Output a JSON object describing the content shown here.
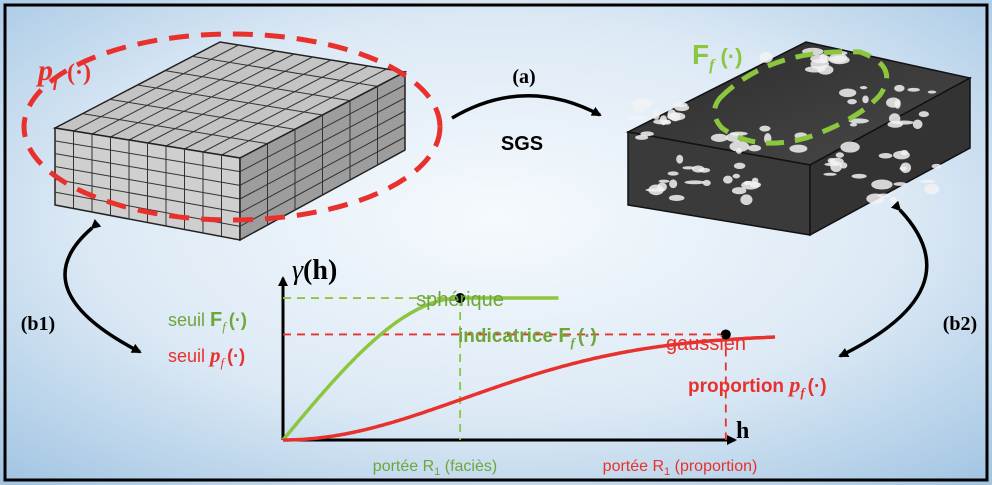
{
  "colors": {
    "background_center": "#f4f9fd",
    "background_edge": "#a9cbe6",
    "red": "#e8312c",
    "green": "#8cc63f",
    "dark_green": "#6fa63a",
    "black": "#000000"
  },
  "left_block": {
    "label_main": "p",
    "label_sub": "f",
    "label_arg": "(·)"
  },
  "right_block": {
    "label_main": "F",
    "label_sub": "f",
    "label_arg": "(·)"
  },
  "top_arrow": {
    "label_a": "(a)",
    "label_sgs": "SGS"
  },
  "side_arrows": {
    "left_label": "(b1)",
    "right_label": "(b2)"
  },
  "chart_data": {
    "type": "line",
    "ylabel_main": "γ",
    "ylabel_arg": "(h)",
    "xlabel": "h",
    "series": [
      {
        "name": "sphérique",
        "color": "#8cc63f",
        "model": "spherical",
        "sill": 0.78,
        "range": 0.36
      },
      {
        "name": "gaussien",
        "color": "#e8312c",
        "model": "gaussian",
        "sill": 0.58,
        "range": 0.9
      }
    ],
    "series_labels": {
      "spherical": "sphérique",
      "gaussian": "gaussien"
    },
    "sills": {
      "green_prefix": "seuil ",
      "green_main": "F",
      "green_sub": "f",
      "green_arg": "(·)",
      "red_prefix": "seuil ",
      "red_main": "p",
      "red_sub": "f",
      "red_arg": "(·)"
    },
    "ranges": {
      "green_label_pre": "portée R",
      "green_label_sub": "1",
      "green_label_post": " (faciès)",
      "red_label_pre": "portée R",
      "red_label_sub": "1",
      "red_label_post": " (proportion)"
    },
    "annotations": {
      "green_name": "indicatrice ",
      "green_main": "F",
      "green_sub": "f",
      "green_arg": "(·)",
      "red_name": "proportion ",
      "red_main": "p",
      "red_sub": "f",
      "red_arg": "(·)"
    }
  }
}
